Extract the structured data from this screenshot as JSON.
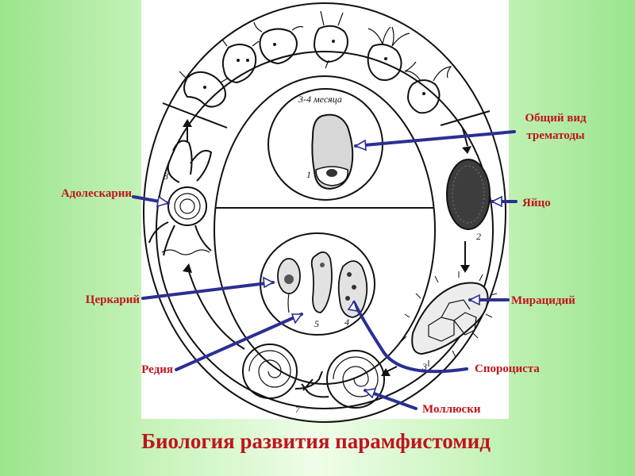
{
  "title": "Биология развития парамфистомид",
  "figure_caption": "3-4 месяца",
  "stage_numbers": [
    "1",
    "2",
    "3",
    "4",
    "5",
    "7",
    "8"
  ],
  "labels": {
    "adult": [
      "Общий вид",
      "трематоды"
    ],
    "egg": "Яйцо",
    "miracidium": "Мирацидий",
    "sporocyst": "Спороциста",
    "mollusks": "Моллюски",
    "redia": "Редия",
    "cercaria": "Церкарий",
    "adolescaria": "Адолескарии"
  },
  "colors": {
    "label_text": "#c0141e",
    "pointer_line": "#2b2f92",
    "background_edge": "#9be58d",
    "background_center": "#effde9",
    "figure_bg": "#ffffff",
    "ink": "#111111"
  }
}
